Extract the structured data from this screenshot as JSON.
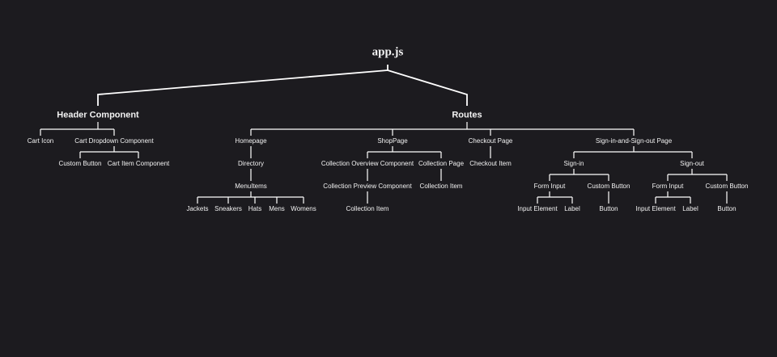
{
  "colors": {
    "background": "#1c1b1f",
    "line": "#ffffff",
    "text": "#f2f2f2"
  },
  "tree": {
    "root": "app.js",
    "header": {
      "title": "Header Component",
      "cart_icon": "Cart Icon",
      "cart_dropdown": "Cart Dropdown Component",
      "custom_button": "Custom Button",
      "cart_item": "Cart Item Component"
    },
    "routes": {
      "title": "Routes",
      "homepage": {
        "title": "Homepage",
        "directory": "Directory",
        "menu_items": "MenuItems",
        "items": [
          "Jackets",
          "Sneakers",
          "Hats",
          "Mens",
          "Womens"
        ]
      },
      "shop": {
        "title": "ShopPage",
        "collection_overview": "Collection Overview Component",
        "collection_preview": "Collection Preview Component",
        "collection_item": "Collection Item",
        "collection_page": "Collection Page",
        "collection_page_item": "Collection Item"
      },
      "checkout": {
        "title": "Checkout Page",
        "item": "Checkout Item"
      },
      "auth": {
        "title": "Sign-in-and-Sign-out Page",
        "sign_in": {
          "title": "Sign-in",
          "form_input": "Form Input",
          "custom_button": "Custom Button",
          "input_element": "Input Element",
          "label": "Label",
          "button": "Button"
        },
        "sign_out": {
          "title": "Sign-out",
          "form_input": "Form Input",
          "custom_button": "Custom Button",
          "input_element": "Input Element",
          "label": "Label",
          "button": "Button"
        }
      }
    }
  }
}
